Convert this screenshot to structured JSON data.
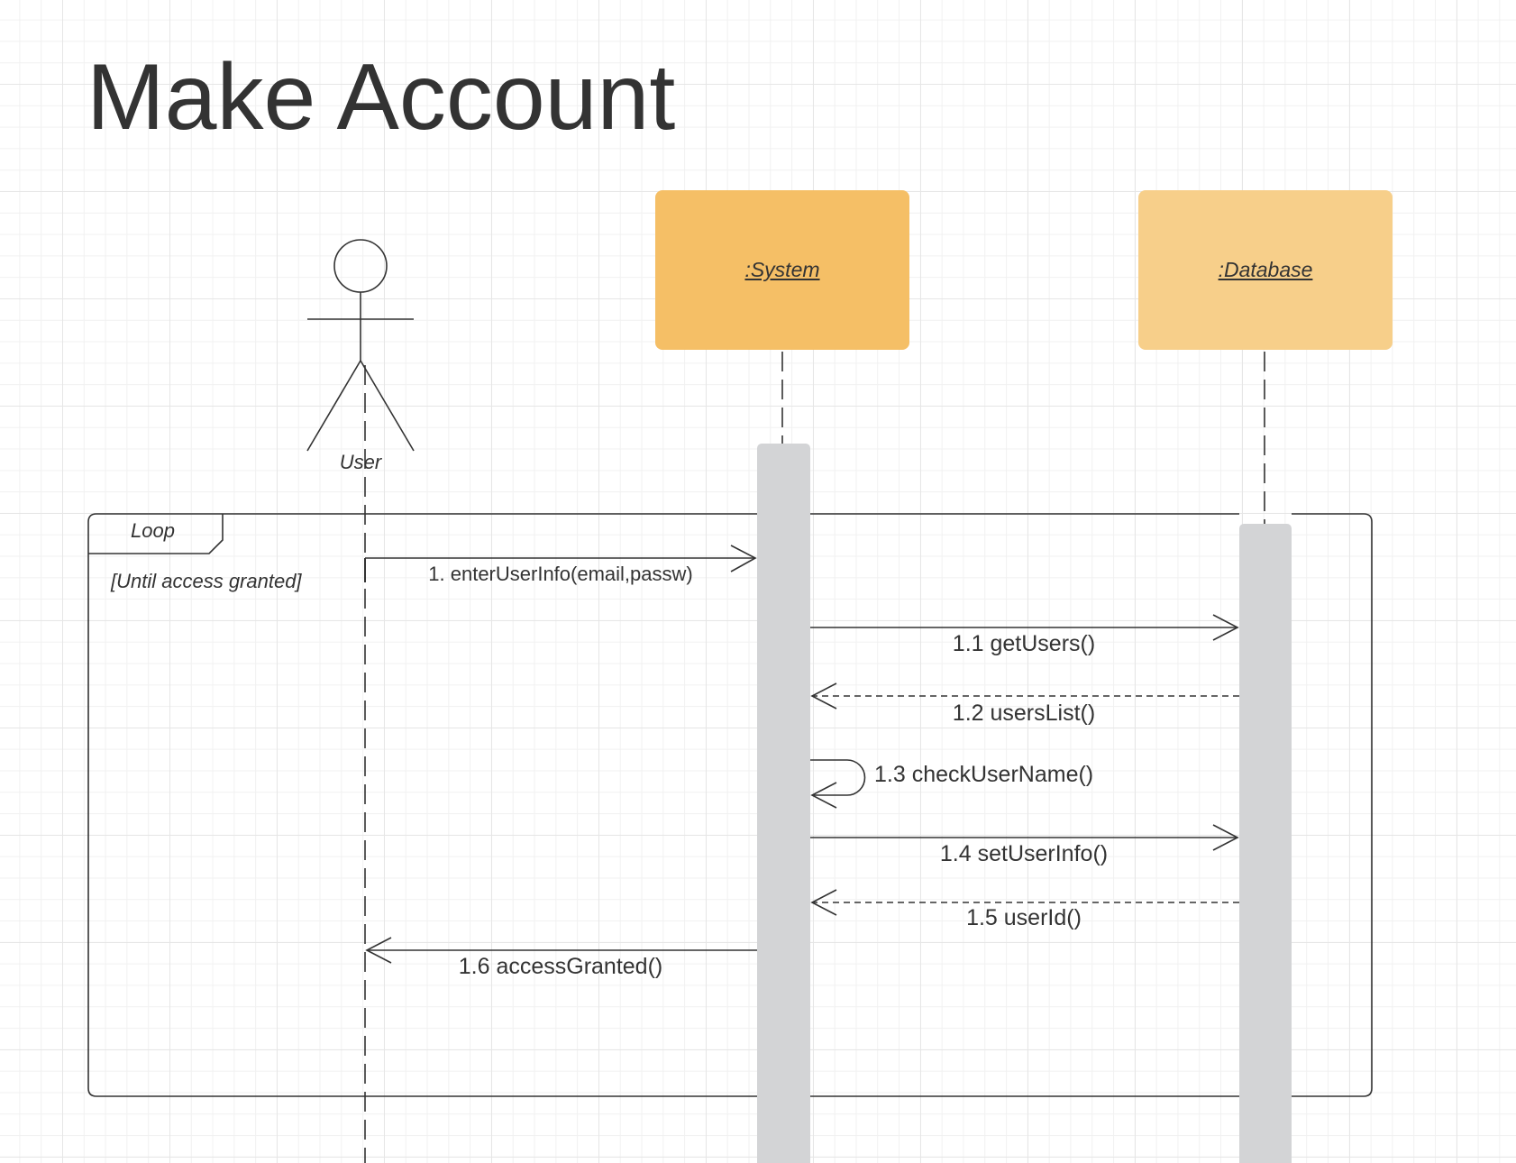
{
  "title": "Make Account",
  "actor": {
    "name": "User"
  },
  "participants": [
    {
      "name": ":System",
      "color": "#f5bf66"
    },
    {
      "name": ":Database",
      "color": "#f7cf8a"
    }
  ],
  "colors": {
    "activation_bar": "#d3d4d6",
    "line": "#333333",
    "grid": "#e6e6e6"
  },
  "fragment": {
    "operator": "Loop",
    "guard": "[Until access granted]"
  },
  "messages": [
    {
      "label": "1. enterUserInfo(email,passw)",
      "from": "User",
      "to": ":System",
      "kind": "synchronous"
    },
    {
      "label": "1.1 getUsers()",
      "from": ":System",
      "to": ":Database",
      "kind": "synchronous"
    },
    {
      "label": "1.2 usersList()",
      "from": ":Database",
      "to": ":System",
      "kind": "return"
    },
    {
      "label": "1.3 checkUserName()",
      "from": ":System",
      "to": ":System",
      "kind": "self"
    },
    {
      "label": "1.4 setUserInfo()",
      "from": ":System",
      "to": ":Database",
      "kind": "synchronous"
    },
    {
      "label": "1.5 userId()",
      "from": ":Database",
      "to": ":System",
      "kind": "return"
    },
    {
      "label": "1.6 accessGranted()",
      "from": ":System",
      "to": "User",
      "kind": "synchronous"
    }
  ]
}
